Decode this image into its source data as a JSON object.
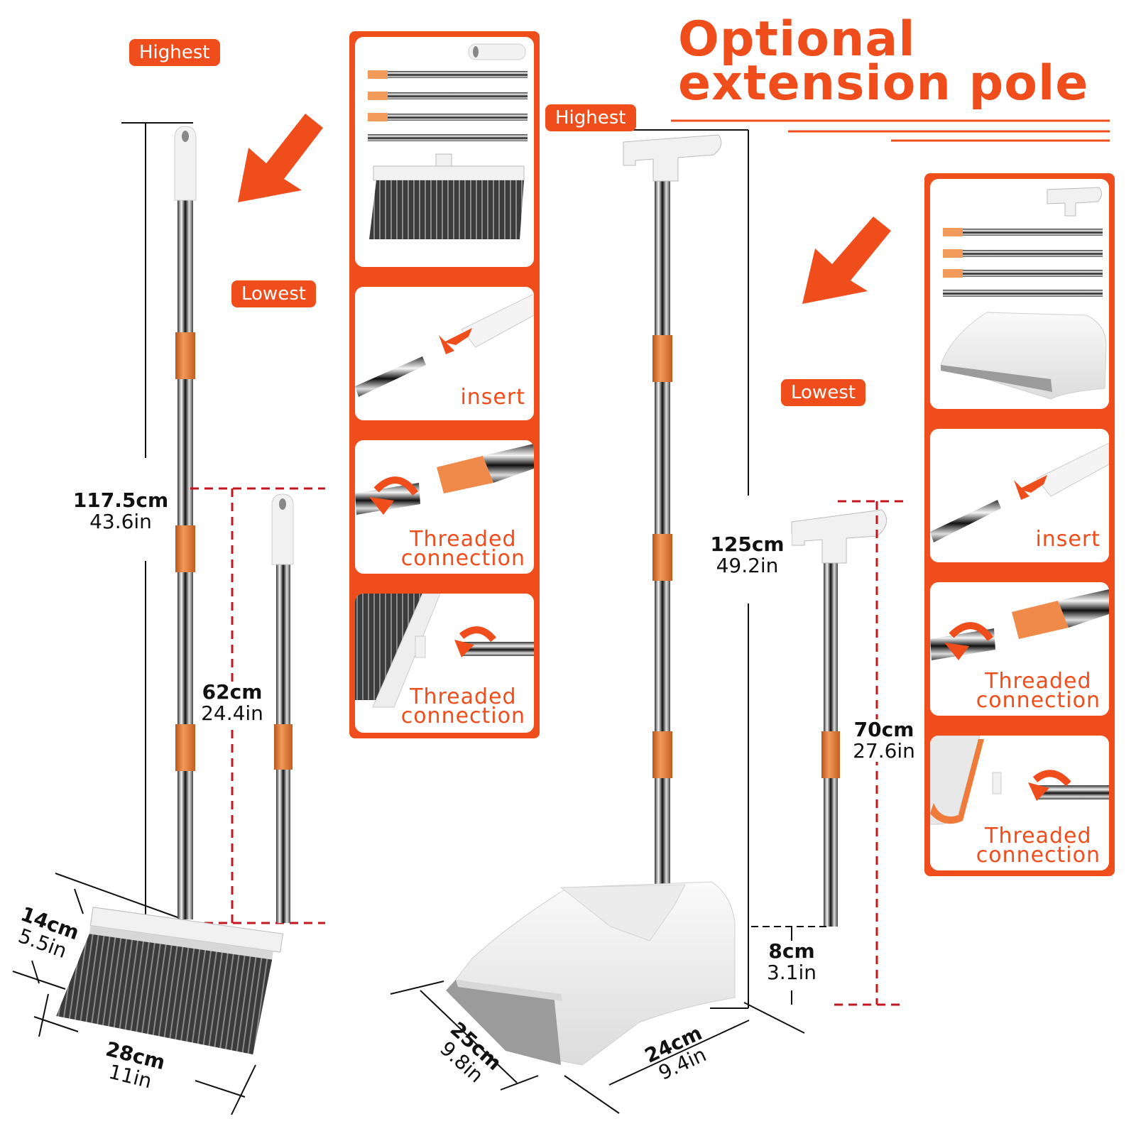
{
  "title": {
    "line1": "Optional",
    "line2": "extension  pole"
  },
  "labels": {
    "highest": "Highest",
    "lowest": "Lowest"
  },
  "broom": {
    "full_height": {
      "cm": "117.5cm",
      "in": "43.6in"
    },
    "short_height": {
      "cm": "62cm",
      "in": "24.4in"
    },
    "head_depth": {
      "cm": "14cm",
      "in": "5.5in"
    },
    "head_width": {
      "cm": "28cm",
      "in": "11in"
    }
  },
  "dustpan": {
    "full_height": {
      "cm": "125cm",
      "in": "49.2in"
    },
    "short_height": {
      "cm": "70cm",
      "in": "27.6in"
    },
    "base_height": {
      "cm": "8cm",
      "in": "3.1in"
    },
    "pan_depth": {
      "cm": "25cm",
      "in": "9.8in"
    },
    "pan_width": {
      "cm": "24cm",
      "in": "9.4in"
    }
  },
  "steps": {
    "insert": "insert",
    "threaded_line1": "Threaded",
    "threaded_line2": "connection"
  },
  "colors": {
    "accent": "#f04d1c",
    "pole_orange": "#e8762c",
    "dashed": "#c4161c"
  }
}
